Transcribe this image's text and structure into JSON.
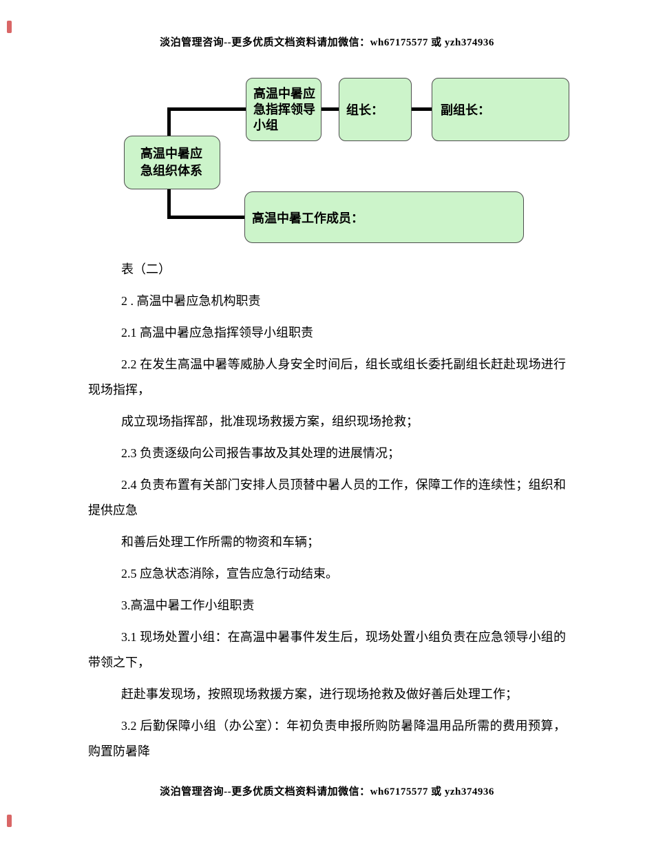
{
  "page": {
    "header_text": "淡泊管理咨询--更多优质文档资料请加微信：wh67175577 或 yzh374936",
    "footer_text": "淡泊管理咨询--更多优质文档资料请加微信：wh67175577 或 yzh374936"
  },
  "diagram": {
    "root_box_label": "高温中暑应急组织体系",
    "leader_group_box_label": "高温中暑应急指挥领导小组",
    "group_leader_label": "组长：",
    "deputy_leader_label": "副组长：",
    "members_box_label": "高温中暑工作成员：",
    "box_fill_color": "#ccf4ca",
    "box_border_color": "#4c4c4c",
    "connector_color": "#000000"
  },
  "body": {
    "paragraphs": [
      "表（二）",
      "2 . 高温中暑应急机构职责",
      "2.1 高温中暑应急指挥领导小组职责",
      "2.2 在发生高温中暑等威胁人身安全时间后，组长或组长委托副组长赶赴现场进行现场指挥，",
      "成立现场指挥部，批准现场救援方案，组织现场抢救；",
      "2.3 负责逐级向公司报告事故及其处理的进展情况；",
      "2.4 负责布置有关部门安排人员顶替中暑人员的工作，保障工作的连续性；组织和提供应急",
      "和善后处理工作所需的物资和车辆；",
      "2.5 应急状态消除，宣告应急行动结束。",
      "3.高温中暑工作小组职责",
      "3.1 现场处置小组：在高温中暑事件发生后，现场处置小组负责在应急领导小组的带领之下，",
      "赶赴事发现场，按照现场救援方案，进行现场抢救及做好善后处理工作；",
      "3.2 后勤保障小组（办公室）：年初负责申报所购防暑降温用品所需的费用预算，购置防暑降"
    ]
  }
}
